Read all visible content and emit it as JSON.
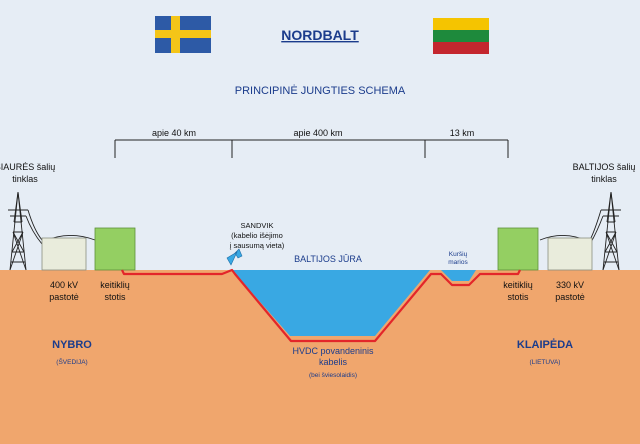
{
  "header": {
    "title": "NORDBALT",
    "subtitle": "PRINCIPINĖ JUNGTIES SCHEMA"
  },
  "flags": {
    "sweden": {
      "blue": "#2d5aa6",
      "yellow": "#f4c518"
    },
    "lithuania": {
      "yellow": "#f5c400",
      "green": "#1e8a3c",
      "red": "#c4262e"
    }
  },
  "distances": {
    "left": "apie 40 km",
    "middle": "apie 400 km",
    "right": "13 km"
  },
  "left_side": {
    "network_line1": "ŠIAURĖS šalių",
    "network_line2": "tinklas",
    "substation_line1": "400 kV",
    "substation_line2": "pastotė",
    "converter_line1": "keitiklių",
    "converter_line2": "stotis",
    "city": "NYBRO",
    "country": "(ŠVEDIJA)"
  },
  "right_side": {
    "network_line1": "BALTIJOS šalių",
    "network_line2": "tinklas",
    "substation_line1": "330 kV",
    "substation_line2": "pastotė",
    "converter_line1": "keitiklių",
    "converter_line2": "stotis",
    "city": "KLAIPĖDA",
    "country": "(LIETUVA)"
  },
  "sandvik": {
    "line1": "SANDVIK",
    "line2": "(kabelio išėjimo",
    "line3": "į sausumą vieta)"
  },
  "sea_label": "BALTIJOS JŪRA",
  "lagoon": {
    "line1": "Kuršių",
    "line2": "marios"
  },
  "cable": {
    "line1": "HVDC povandeninis",
    "line2": "kabelis",
    "line3": "(bei šviesolaidis)"
  },
  "colors": {
    "ground": "#f0a66d",
    "sky": "#e6edf5",
    "water": "#39a8e3",
    "cable": "#e3262a",
    "converter": "#94cf62",
    "substation": "#e9ecdc"
  }
}
